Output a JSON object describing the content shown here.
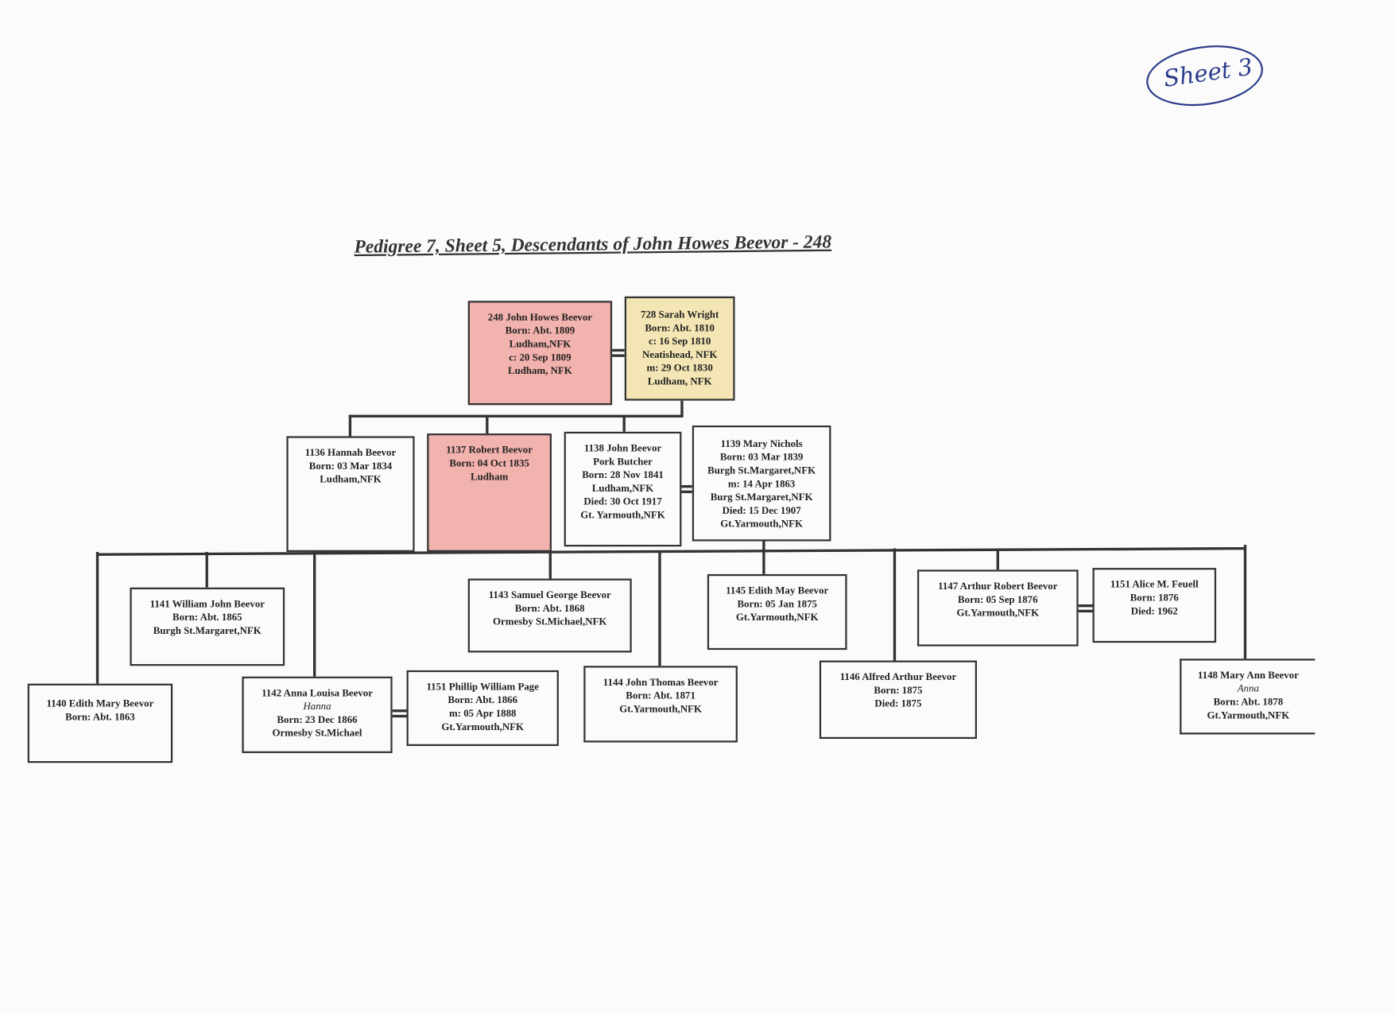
{
  "title": "Pedigree 7, Sheet 5, Descendants of John Howes Beevor - 248",
  "handwritten_note": "Sheet 3",
  "colors": {
    "highlight_pink": "#f2b2ad",
    "highlight_yellow": "#f4e6b4"
  },
  "people": {
    "p248": [
      "248 John Howes Beevor",
      "Born: Abt. 1809",
      "Ludham,NFK",
      "c: 20 Sep 1809",
      "Ludham, NFK"
    ],
    "p728": [
      "728 Sarah Wright",
      "Born: Abt. 1810",
      "c: 16 Sep 1810",
      "Neatishead, NFK",
      "m: 29 Oct 1830",
      "Ludham, NFK"
    ],
    "p1136": [
      "1136 Hannah Beevor",
      "Born: 03 Mar 1834",
      "Ludham,NFK"
    ],
    "p1137": [
      "1137 Robert Beevor",
      "Born: 04 Oct 1835",
      "Ludham"
    ],
    "p1138": [
      "1138 John Beevor",
      "Pork Butcher",
      "Born: 28 Nov 1841",
      "Ludham,NFK",
      "Died: 30 Oct 1917",
      "Gt. Yarmouth,NFK"
    ],
    "p1139": [
      "1139 Mary Nichols",
      "Born: 03 Mar 1839",
      "Burgh St.Margaret,NFK",
      "m: 14 Apr 1863",
      "Burg St.Margaret,NFK",
      "Died: 15 Dec 1907",
      "Gt.Yarmouth,NFK"
    ],
    "p1141": [
      "1141 William John Beevor",
      "Born: Abt. 1865",
      "Burgh St.Margaret,NFK"
    ],
    "p1143": [
      "1143 Samuel George Beevor",
      "Born: Abt. 1868",
      "Ormesby St.Michael,NFK"
    ],
    "p1145": [
      "1145 Edith May Beevor",
      "Born: 05 Jan 1875",
      "Gt.Yarmouth,NFK"
    ],
    "p1147": [
      "1147 Arthur Robert Beevor",
      "Born: 05 Sep 1876",
      "Gt.Yarmouth,NFK"
    ],
    "p1151a": [
      "1151 Alice M. Feuell",
      "Born: 1876",
      "Died: 1962"
    ],
    "p1140": [
      "1140 Edith Mary Beevor",
      "Born: Abt. 1863"
    ],
    "p1142": [
      "1142 Anna Louisa Beevor",
      "Hanna",
      "Born: 23 Dec 1866",
      "Ormesby St.Michael"
    ],
    "p1151p": [
      "1151 Phillip William Page",
      "Born: Abt. 1866",
      "m: 05 Apr 1888",
      "Gt.Yarmouth,NFK"
    ],
    "p1144": [
      "1144 John Thomas Beevor",
      "Born: Abt. 1871",
      "Gt.Yarmouth,NFK"
    ],
    "p1146": [
      "1146 Alfred Arthur Beevor",
      "Born: 1875",
      "Died: 1875"
    ],
    "p1148": [
      "1148 Mary Ann Beevor",
      "Anna",
      "Born: Abt. 1878",
      "Gt.Yarmouth,NFK"
    ]
  }
}
